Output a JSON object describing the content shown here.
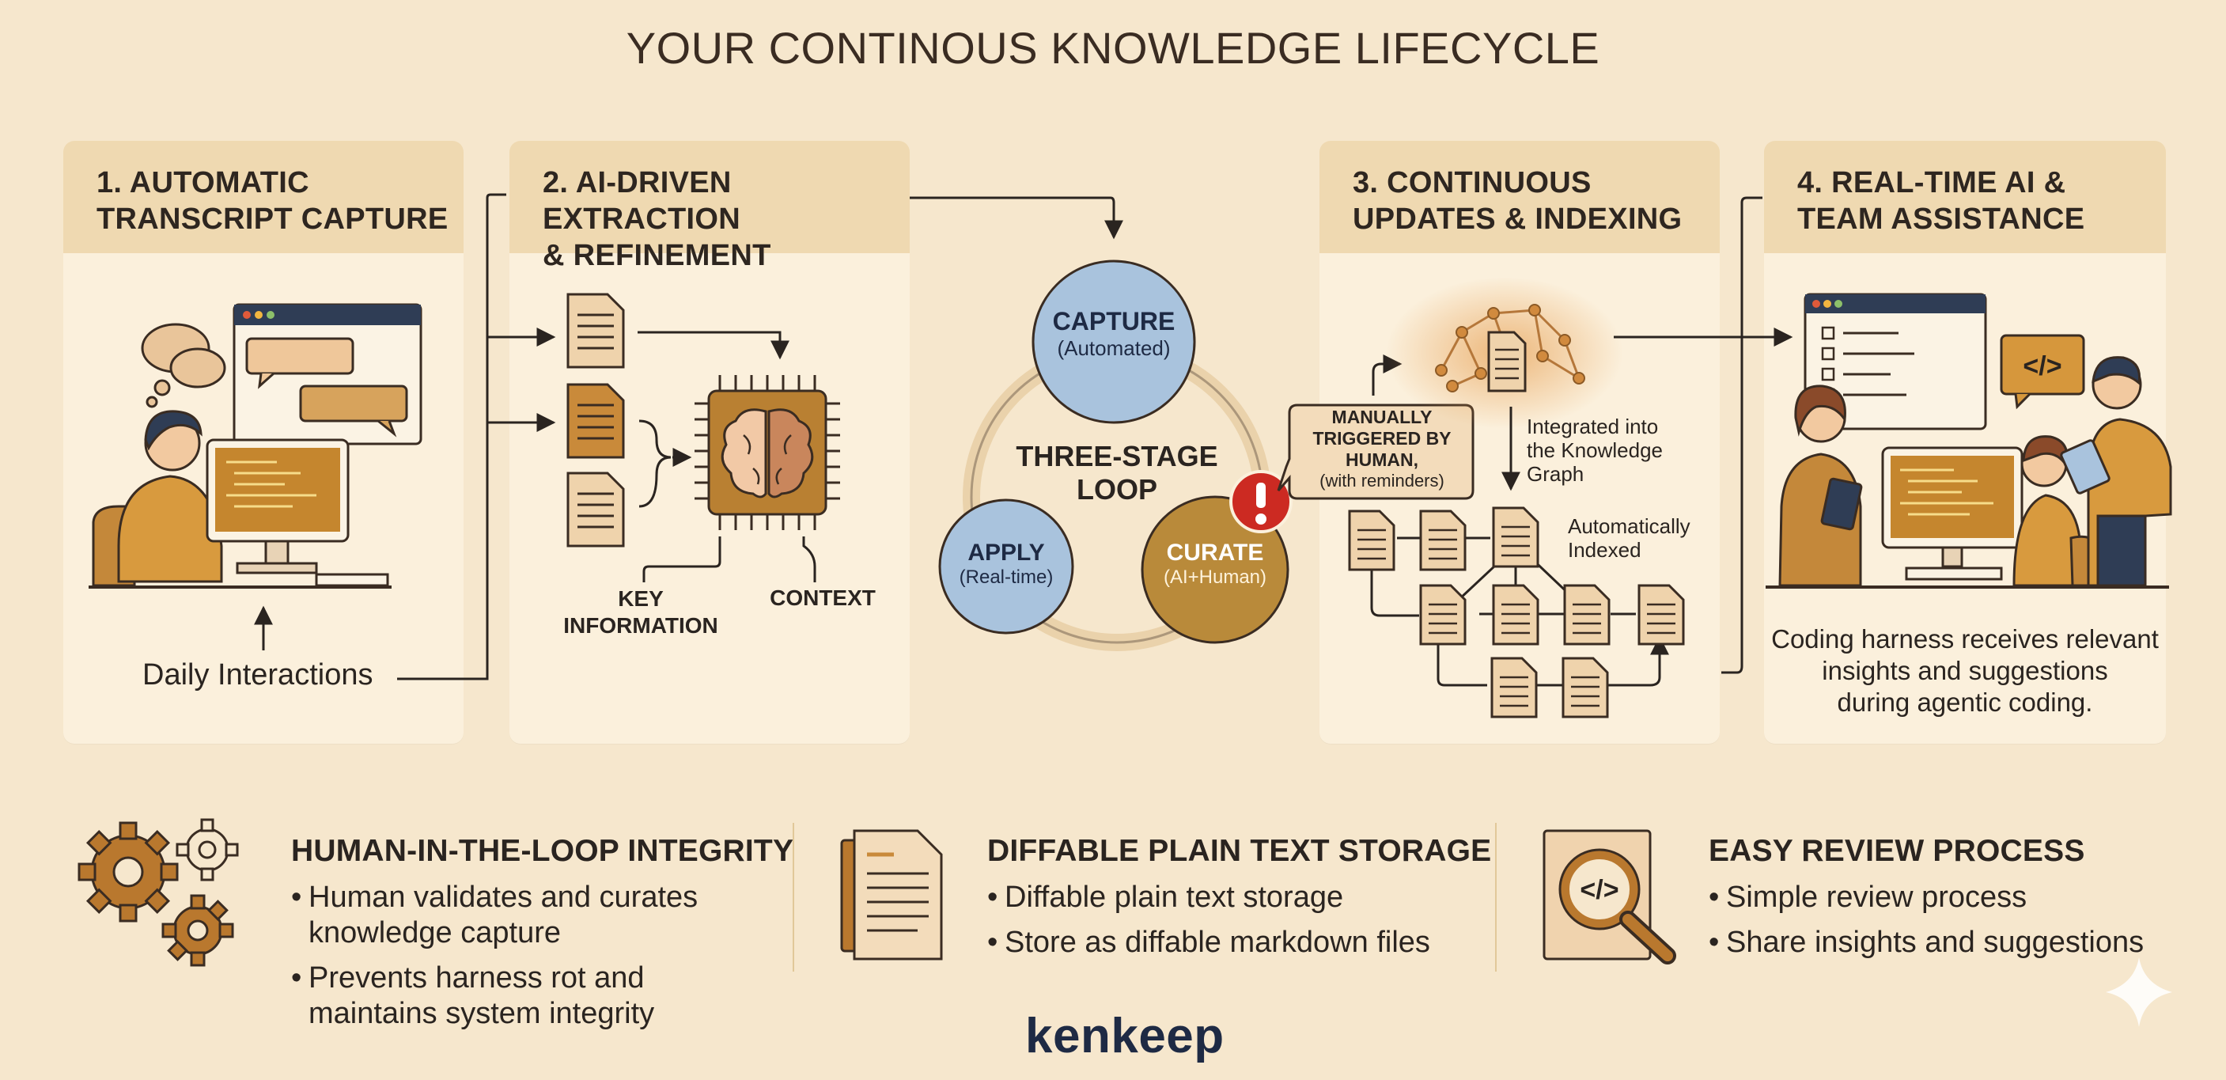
{
  "title": "YOUR CONTINOUS KNOWLEDGE LIFECYCLE",
  "panels": [
    {
      "title": "1. AUTOMATIC\nTRANSCRIPT CAPTURE",
      "caption": "Daily Interactions"
    },
    {
      "title": "2. AI-DRIVEN EXTRACTION\n& REFINEMENT",
      "label_key": "KEY\nINFORMATION",
      "label_context": "CONTEXT"
    },
    {
      "title": "3. CONTINUOUS\nUPDATES & INDEXING",
      "integrated": "Integrated into\nthe Knowledge\nGraph",
      "indexed": "Automatically\nIndexed"
    },
    {
      "title": "4. REAL-TIME AI &\nTEAM ASSISTANCE",
      "caption": "Coding harness receives relevant\ninsights and suggestions\nduring agentic coding."
    }
  ],
  "loop": {
    "center": "THREE-STAGE\nLOOP",
    "capture": {
      "name": "CAPTURE",
      "sub": "(Automated)"
    },
    "curate": {
      "name": "CURATE",
      "sub": "(AI+Human)"
    },
    "apply": {
      "name": "APPLY",
      "sub": "(Real-time)"
    },
    "manual_bold": "MANUALLY\nTRIGGERED BY\nHUMAN,",
    "manual_sub": "(with reminders)"
  },
  "bottom": [
    {
      "title": "HUMAN-IN-THE-LOOP INTEGRITY",
      "bullets": [
        "Human validates and curates\nknowledge capture",
        "Prevents harness rot and\nmaintains system integrity"
      ]
    },
    {
      "title": "DIFFABLE PLAIN TEXT STORAGE",
      "bullets": [
        "Diffable plain text storage",
        "Store as diffable markdown files"
      ]
    },
    {
      "title": "EASY REVIEW PROCESS",
      "bullets": [
        "Simple review process",
        "Share insights and suggestions"
      ]
    }
  ],
  "brand": "kenkeep",
  "colors": {
    "background": "#f6e7cd",
    "panel": "#fbf0dc",
    "panel_header": "#efd9b1",
    "capture_circle": "#a9c3dd",
    "curate_circle": "#b98a3a",
    "apply_circle": "#a9c3dd",
    "alert": "#cc2a22",
    "doc": "#efd3ac",
    "brand": "#1e2a44"
  },
  "icons": [
    "thought-bubble-icon",
    "chat-window-icon",
    "monitor-icon",
    "document-icon",
    "brain-chip-icon",
    "alert-icon",
    "knowledge-graph-icon",
    "code-icon",
    "tablet-icon",
    "gears-icon",
    "paper-stack-icon",
    "code-magnifier-icon",
    "sparkle-icon"
  ]
}
